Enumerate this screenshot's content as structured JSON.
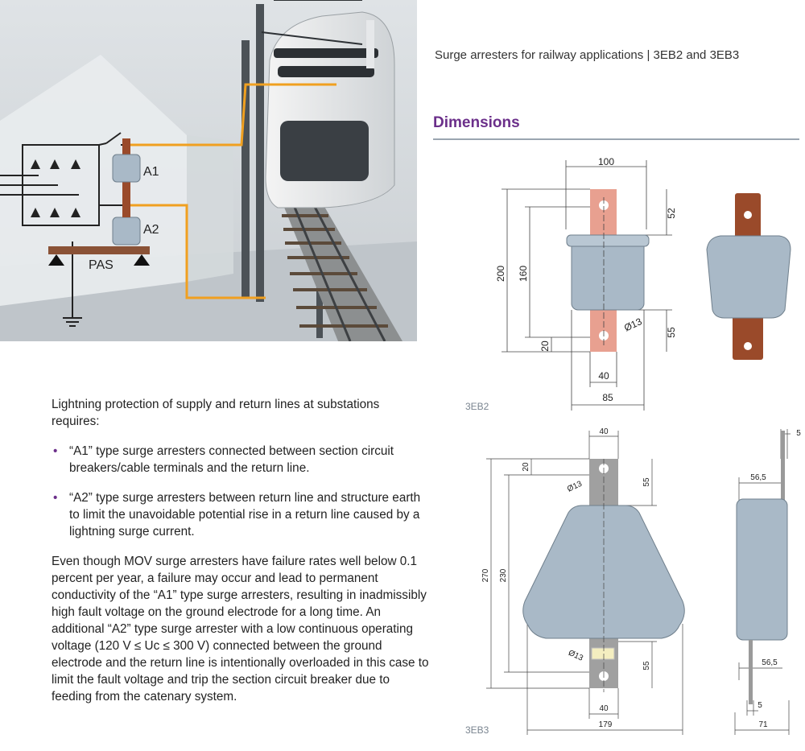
{
  "header": {
    "title": "Surge arresters for railway applications | 3EB2 and 3EB3"
  },
  "section": {
    "title": "Dimensions"
  },
  "illustration": {
    "labels": {
      "a1": "A1",
      "a2": "A2",
      "pas": "PAS"
    }
  },
  "body": {
    "intro": "Lightning protection of supply and return lines at substations requires:",
    "bullets": [
      "“A1” type surge arresters connected between section circuit breakers/cable terminals and the return line.",
      "“A2” type surge arresters between return line and structure earth to limit the unavoidable potential rise in a return line caused by a lightning surge current."
    ],
    "paragraph": "Even though MOV surge arresters have failure rates well below 0.1 percent per year, a failure may occur and lead to permanent conductivity of the “A1” type surge arresters, resulting in inadmissibly high fault voltage on the ground electrode for a long time. An additional “A2” type surge arrester with a low continuous operating voltage (120 V ≤ Uc ≤ 300 V) connected between the ground electrode and the return line is intentionally overloaded in this case to limit the fault voltage and trip the section circuit breaker due to feeding from the catenary system."
  },
  "drawings": {
    "eb2": {
      "caption": "3EB2",
      "dims": {
        "width_top": "100",
        "tab_top": "52",
        "total_height": "200",
        "height_160": "160",
        "offset_20": "20",
        "hole": "Ø13",
        "tab_bottom": "55",
        "width_40": "40",
        "width_85": "85"
      }
    },
    "eb3": {
      "caption": "3EB3",
      "dims": {
        "width_top": "40",
        "offset_20": "20",
        "hole_top": "Ø13",
        "tab_top": "55",
        "total_height": "270",
        "height_230": "230",
        "hole_bottom": "Ø13",
        "tab_bottom": "55",
        "width_40": "40",
        "width_179": "179",
        "side_5_top": "5",
        "side_56_top": "56,5",
        "side_56_bottom": "56,5",
        "side_5_bottom": "5",
        "side_71": "71"
      }
    }
  },
  "colors": {
    "accent": "#6b2f8a",
    "wire": "#f0a020",
    "copper": "#9a4a2a",
    "copper_light": "#e8a090",
    "arrester": "#a9b9c7"
  }
}
